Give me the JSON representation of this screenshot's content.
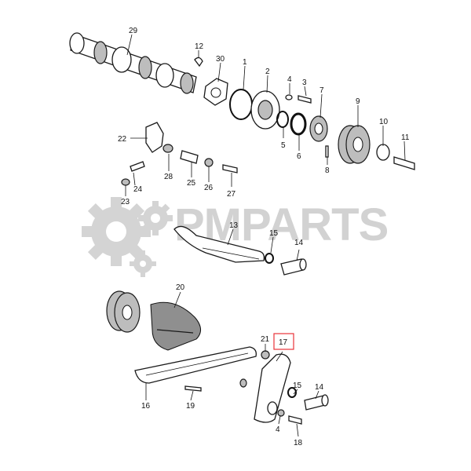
{
  "diagram": {
    "watermark": "PMPARTS",
    "highlight_color": "#e8333a",
    "highlighted_part": "17",
    "callouts": {
      "n29": "29",
      "n12": "12",
      "n30": "30",
      "n1": "1",
      "n2": "2",
      "n4a": "4",
      "n3": "3",
      "n7": "7",
      "n9": "9",
      "n10": "10",
      "n11": "11",
      "n5": "5",
      "n6": "6",
      "n8": "8",
      "n22": "22",
      "n24": "24",
      "n23": "23",
      "n28": "28",
      "n25": "25",
      "n26": "26",
      "n27": "27",
      "n13": "13",
      "n15a": "15",
      "n14a": "14",
      "n20": "20",
      "n21": "21",
      "n17": "17",
      "n15b": "15",
      "n14b": "14",
      "n16": "16",
      "n19": "19",
      "n4b": "4",
      "n18": "18"
    }
  }
}
